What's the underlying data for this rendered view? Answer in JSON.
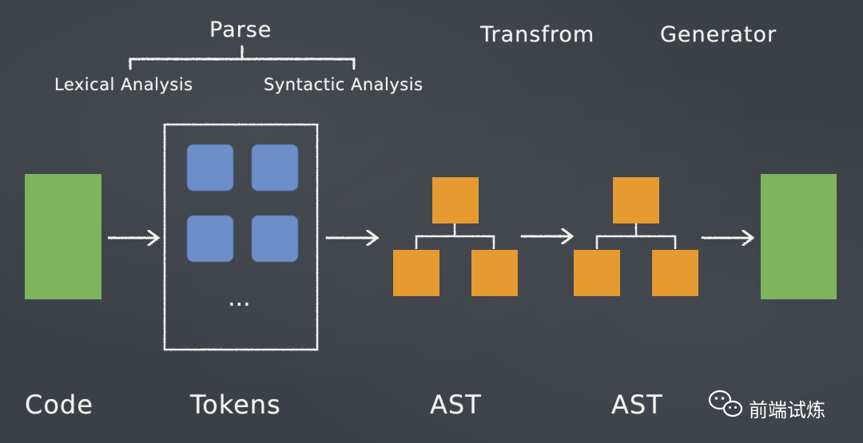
{
  "labels": {
    "parse": "Parse",
    "lexical": "Lexical Analysis",
    "syntactic": "Syntactic Analysis",
    "transform": "Transfrom",
    "generator": "Generator",
    "ellipsis": "...",
    "code": "Code",
    "tokens": "Tokens",
    "ast1": "AST",
    "ast2": "AST"
  },
  "watermark": {
    "text": "前端试炼",
    "icon": "wechat-icon"
  },
  "colors": {
    "background": "#3b4047",
    "chalk": "#f2f2ee",
    "code_block": "#7cb55e",
    "token_tile": "#6d8fc9",
    "ast_node": "#e59a32"
  }
}
